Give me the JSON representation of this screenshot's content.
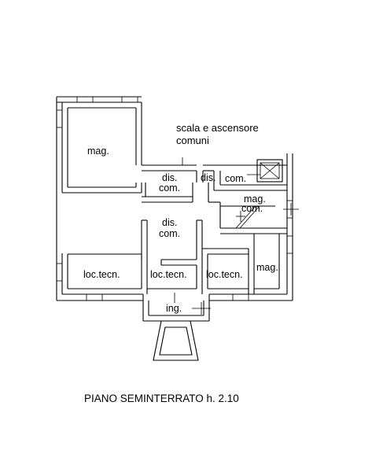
{
  "caption": "PIANO SEMINTERRATO h. 2.10",
  "rooms": {
    "scala_line1": "scala e ascensore",
    "scala_line2": "comuni",
    "mag_top_left": "mag.",
    "dis_top": "dis.",
    "com_top": "com.",
    "dis_small": "dis.",
    "com_right": "com.",
    "mag_com_line1": "mag.",
    "mag_com_line2": "com.",
    "dis_mid": "dis.",
    "com_mid": "com.",
    "mag_right": "mag.",
    "loc_tecn_left": "loc.tecn.",
    "loc_tecn_center": "loc.tecn.",
    "loc_tecn_right": "loc.tecn.",
    "ing": "ing."
  }
}
